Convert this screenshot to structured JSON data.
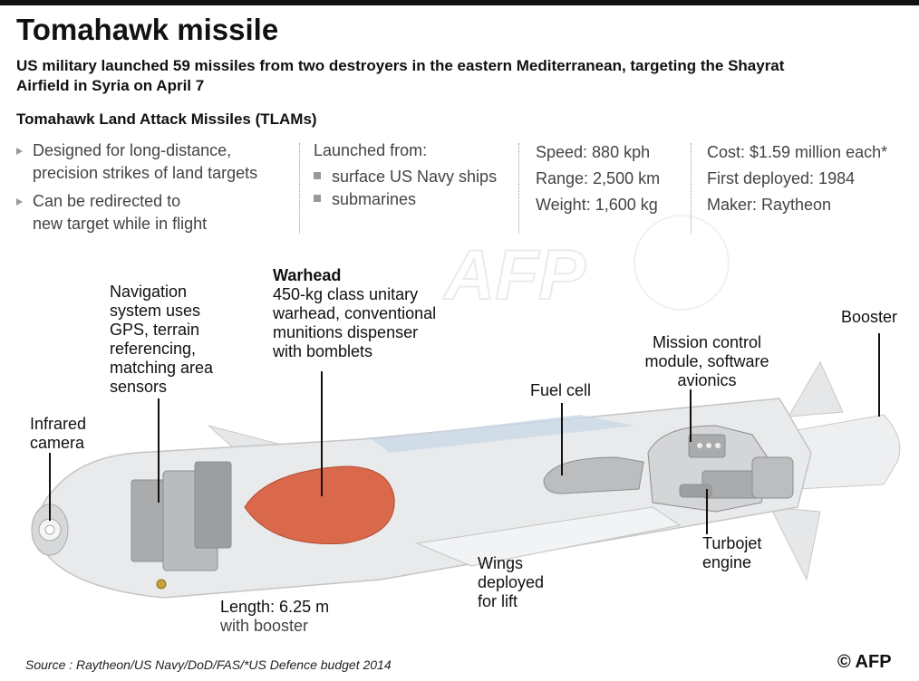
{
  "title": "Tomahawk missile",
  "subtitle": "US military launched 59 missiles from two destroyers in the eastern Mediterranean, targeting the Shayrat Airfield in Syria on April 7",
  "section_title": "Tomahawk Land Attack Missiles (TLAMs)",
  "features": [
    {
      "line1": "Designed for long-distance,",
      "line2": "precision strikes of land targets"
    },
    {
      "line1": "Can be redirected to",
      "line2": "new target while in flight"
    }
  ],
  "launch": {
    "heading": "Launched from:",
    "items": [
      "surface US Navy ships",
      "submarines"
    ]
  },
  "specs": [
    "Speed: 880 kph",
    "Range: 2,500 km",
    "Weight: 1,600 kg"
  ],
  "meta": [
    "Cost: $1.59 million each*",
    "First deployed: 1984",
    "Maker: Raytheon"
  ],
  "labels": {
    "navigation": [
      "Navigation",
      "system uses",
      "GPS, terrain",
      "referencing,",
      "matching area",
      "sensors"
    ],
    "warhead_title": "Warhead",
    "warhead": [
      "450-kg class unitary",
      "warhead, conventional",
      "munitions dispenser",
      "with bomblets"
    ],
    "booster": "Booster",
    "mission": [
      "Mission control",
      "module, software",
      "avionics"
    ],
    "fuel": "Fuel cell",
    "infrared": [
      "Infrared",
      "camera"
    ],
    "turbojet": [
      "Turbojet",
      "engine"
    ],
    "wings": [
      "Wings",
      "deployed",
      "for lift"
    ],
    "length": "Length: 6.25 m",
    "length_sub": "with booster"
  },
  "watermark": "AFP",
  "source": "Source : Raytheon/US Navy/DoD/FAS/*US Defence budget 2014",
  "copyright": "© AFP",
  "colors": {
    "warhead": "#d9694a",
    "body": "#e8e9ea",
    "internals": "#a9abad",
    "accent_blue": "#c9d8e6"
  }
}
